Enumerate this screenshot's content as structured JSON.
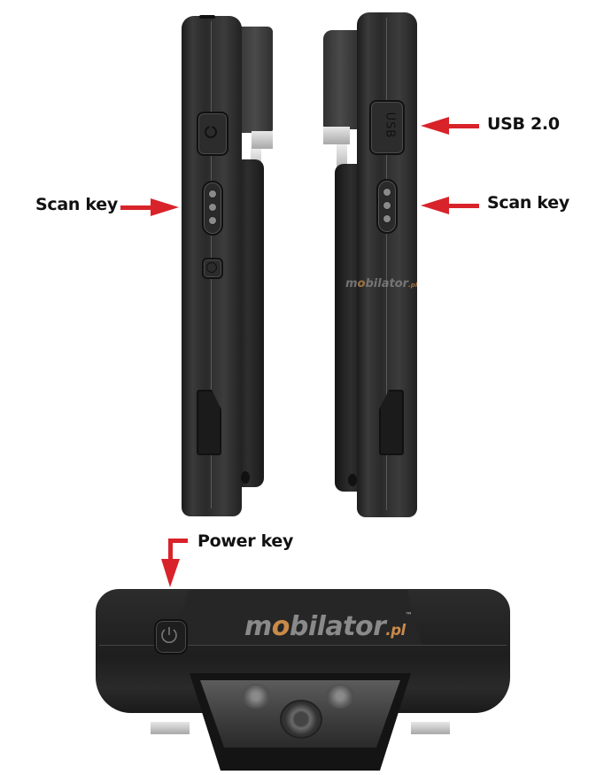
{
  "annotations": {
    "left_scan_key": "Scan key",
    "right_usb": "USB 2.0",
    "right_scan_key": "Scan key",
    "power_key": "Power key"
  },
  "device": {
    "brand_prefix": "m",
    "brand_o": "o",
    "brand_suffix": "bilator",
    "brand_tld": ".pl",
    "brand_tm": "™",
    "usb_port_label": "USB"
  },
  "colors": {
    "arrow": "#d8232a",
    "body": "#2e2e2e",
    "brand_gray": "#8a8a8a",
    "brand_orange": "#c98b4a"
  }
}
